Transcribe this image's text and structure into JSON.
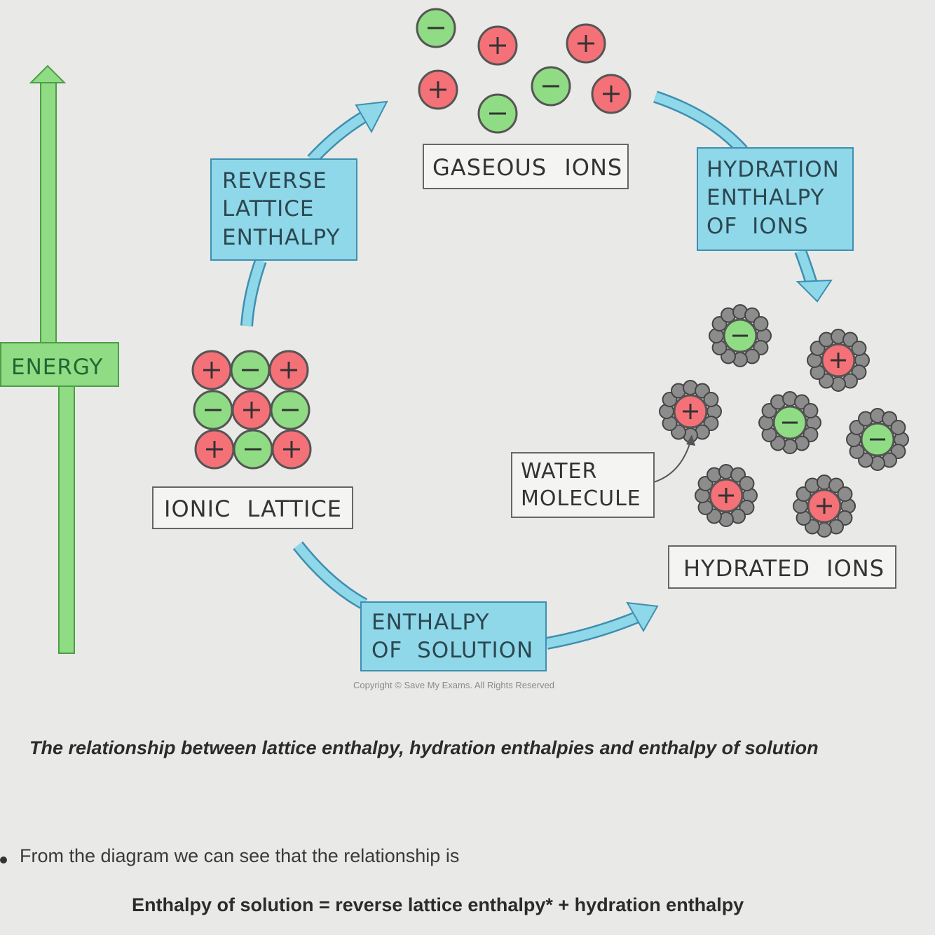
{
  "diagram": {
    "energy_label": "ENERGY",
    "reverse_lattice": [
      "REVERSE",
      "LATTICE",
      "ENTHALPY"
    ],
    "gaseous_ions": "GASEOUS IONS",
    "hydration": [
      "HYDRATION",
      "ENTHALPY",
      "OF IONS"
    ],
    "ionic_lattice": "IONIC LATTICE",
    "water_molecule": [
      "WATER",
      "MOLECULE"
    ],
    "hydrated_ions": "HYDRATED IONS",
    "enthalpy_solution": [
      "ENTHALPY",
      "OF SOLUTION"
    ],
    "plus_symbol": "+",
    "minus_symbol": "−",
    "copyright": "Copyright © Save My Exams. All Rights Reserved"
  },
  "colors": {
    "cation": "#f47178",
    "anion": "#8fdc84",
    "water": "#8c8c8c",
    "arrow": "#8fd8ea",
    "energy_arrow": "#8fdc84"
  },
  "caption": "The relationship between lattice enthalpy, hydration enthalpies and enthalpy of solution",
  "bullet": "From the diagram we can see that the relationship is",
  "equation": "Enthalpy of solution = reverse lattice enthalpy* + hydration enthalpy"
}
